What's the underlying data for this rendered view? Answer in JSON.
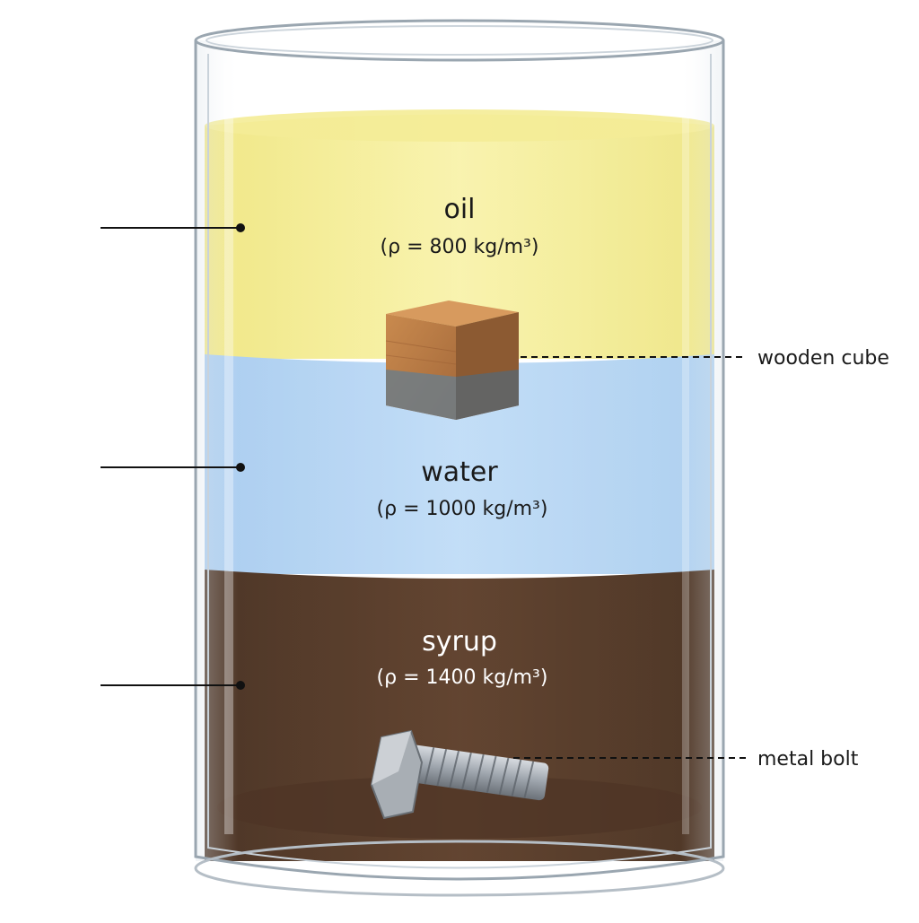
{
  "diagram": {
    "layers": [
      {
        "name": "oil",
        "density_prefix": "(ρ = ",
        "density_value": "800",
        "density_unit": " kg/m³)",
        "color": "#f6ef9c"
      },
      {
        "name": "water",
        "density_prefix": "(ρ = ",
        "density_value": "1000",
        "density_unit": " kg/m³)",
        "color": "#b5d6f4"
      },
      {
        "name": "syrup",
        "density_prefix": "(ρ = ",
        "density_value": "1400",
        "density_unit": " kg/m³)",
        "color": "#4a2a16"
      }
    ],
    "objects": {
      "cube_label": "wooden cube",
      "bolt_label": "metal bolt"
    }
  }
}
